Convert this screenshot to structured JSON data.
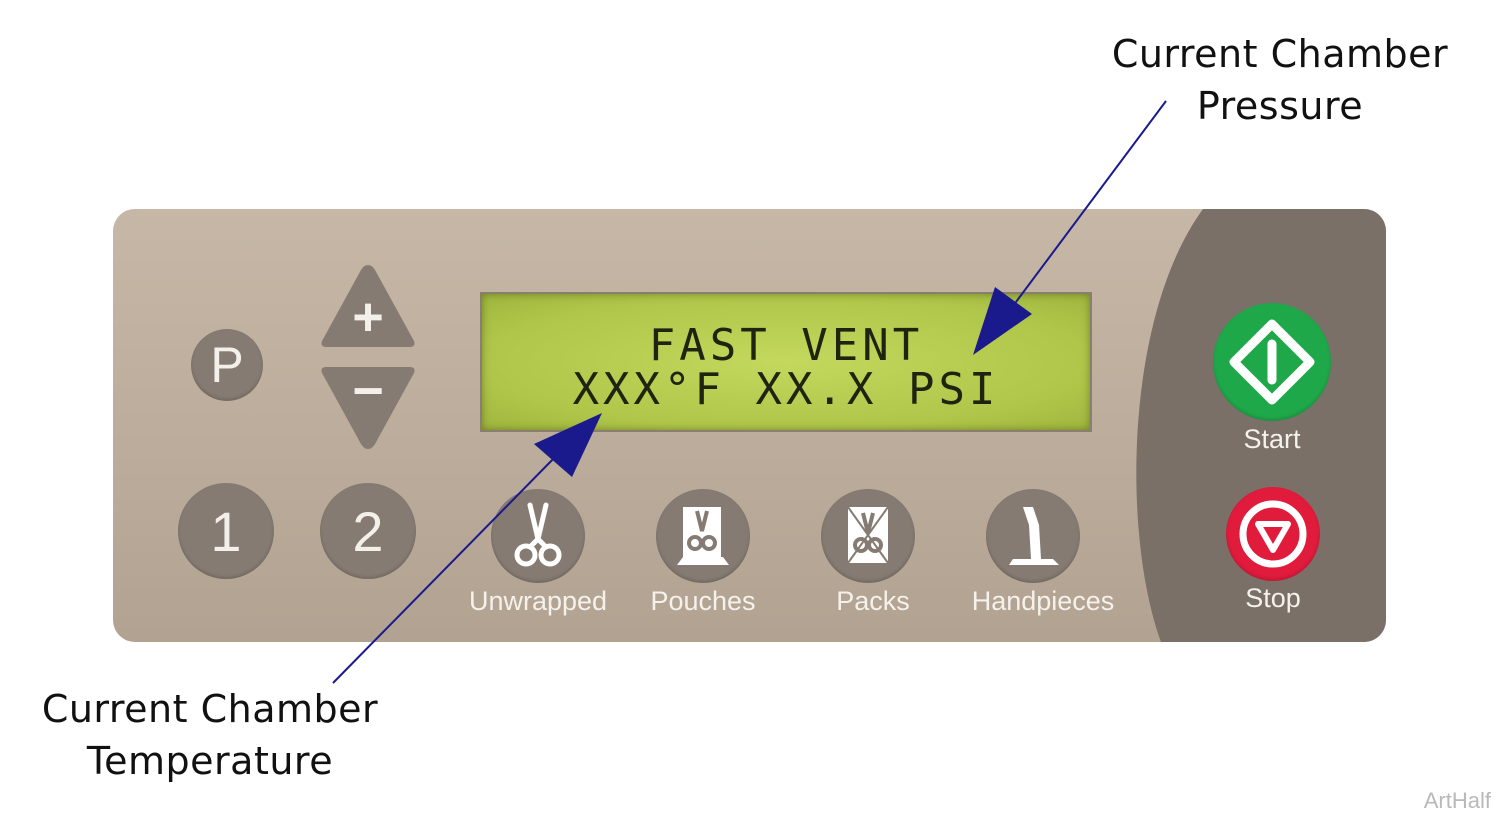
{
  "callouts": {
    "pressure_line1": "Current Chamber",
    "pressure_line2": "Pressure",
    "temperature_line1": "Current Chamber",
    "temperature_line2": "Temperature"
  },
  "display": {
    "line1": "FAST VENT",
    "line2": "XXX°F XX.X PSI"
  },
  "keys": {
    "program": "P",
    "plus": "+",
    "minus": "−",
    "cycle_1": "1",
    "cycle_2": "2"
  },
  "cycle_buttons": [
    {
      "label": "Unwrapped",
      "icon": "scissors-icon"
    },
    {
      "label": "Pouches",
      "icon": "pouch-icon"
    },
    {
      "label": "Packs",
      "icon": "pack-icon"
    },
    {
      "label": "Handpieces",
      "icon": "handpiece-icon"
    }
  ],
  "start": {
    "label": "Start",
    "color": "#1fa84a"
  },
  "stop": {
    "label": "Stop",
    "color": "#e01b3c"
  },
  "panel_colors": {
    "face": "#bfb09f",
    "dark": "#7a7068",
    "key": "#857b72",
    "lcd": "#b5cb4e"
  },
  "arrow_color": "#1a1a8c",
  "watermark": "ArtHalf"
}
